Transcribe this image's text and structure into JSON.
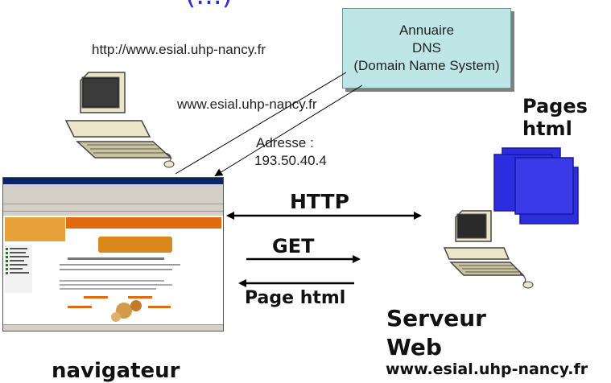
{
  "title_fragment": "(...)",
  "dns_box": {
    "line1": "Annuaire",
    "line2": "DNS",
    "line3": "(Domain Name System)"
  },
  "url_request": "http://www.esial.uhp-nancy.fr",
  "url_query": "www.esial.uhp-nancy.fr",
  "address_label": "Adresse :",
  "address_value": "193.50.40.4",
  "pages_label_1": "Pages",
  "pages_label_2": "html",
  "http_label": "HTTP",
  "get_label": "GET",
  "page_html_label": "Page html",
  "server_label_1": "Serveur",
  "server_label_2": "Web",
  "server_domain": "www.esial.uhp-nancy.fr",
  "client_label": "navigateur",
  "colors": {
    "dns_fill": "#bfe6e6",
    "page_fill": "#2d2de0",
    "page_stroke": "#1818a0",
    "arrow": "#000000"
  }
}
